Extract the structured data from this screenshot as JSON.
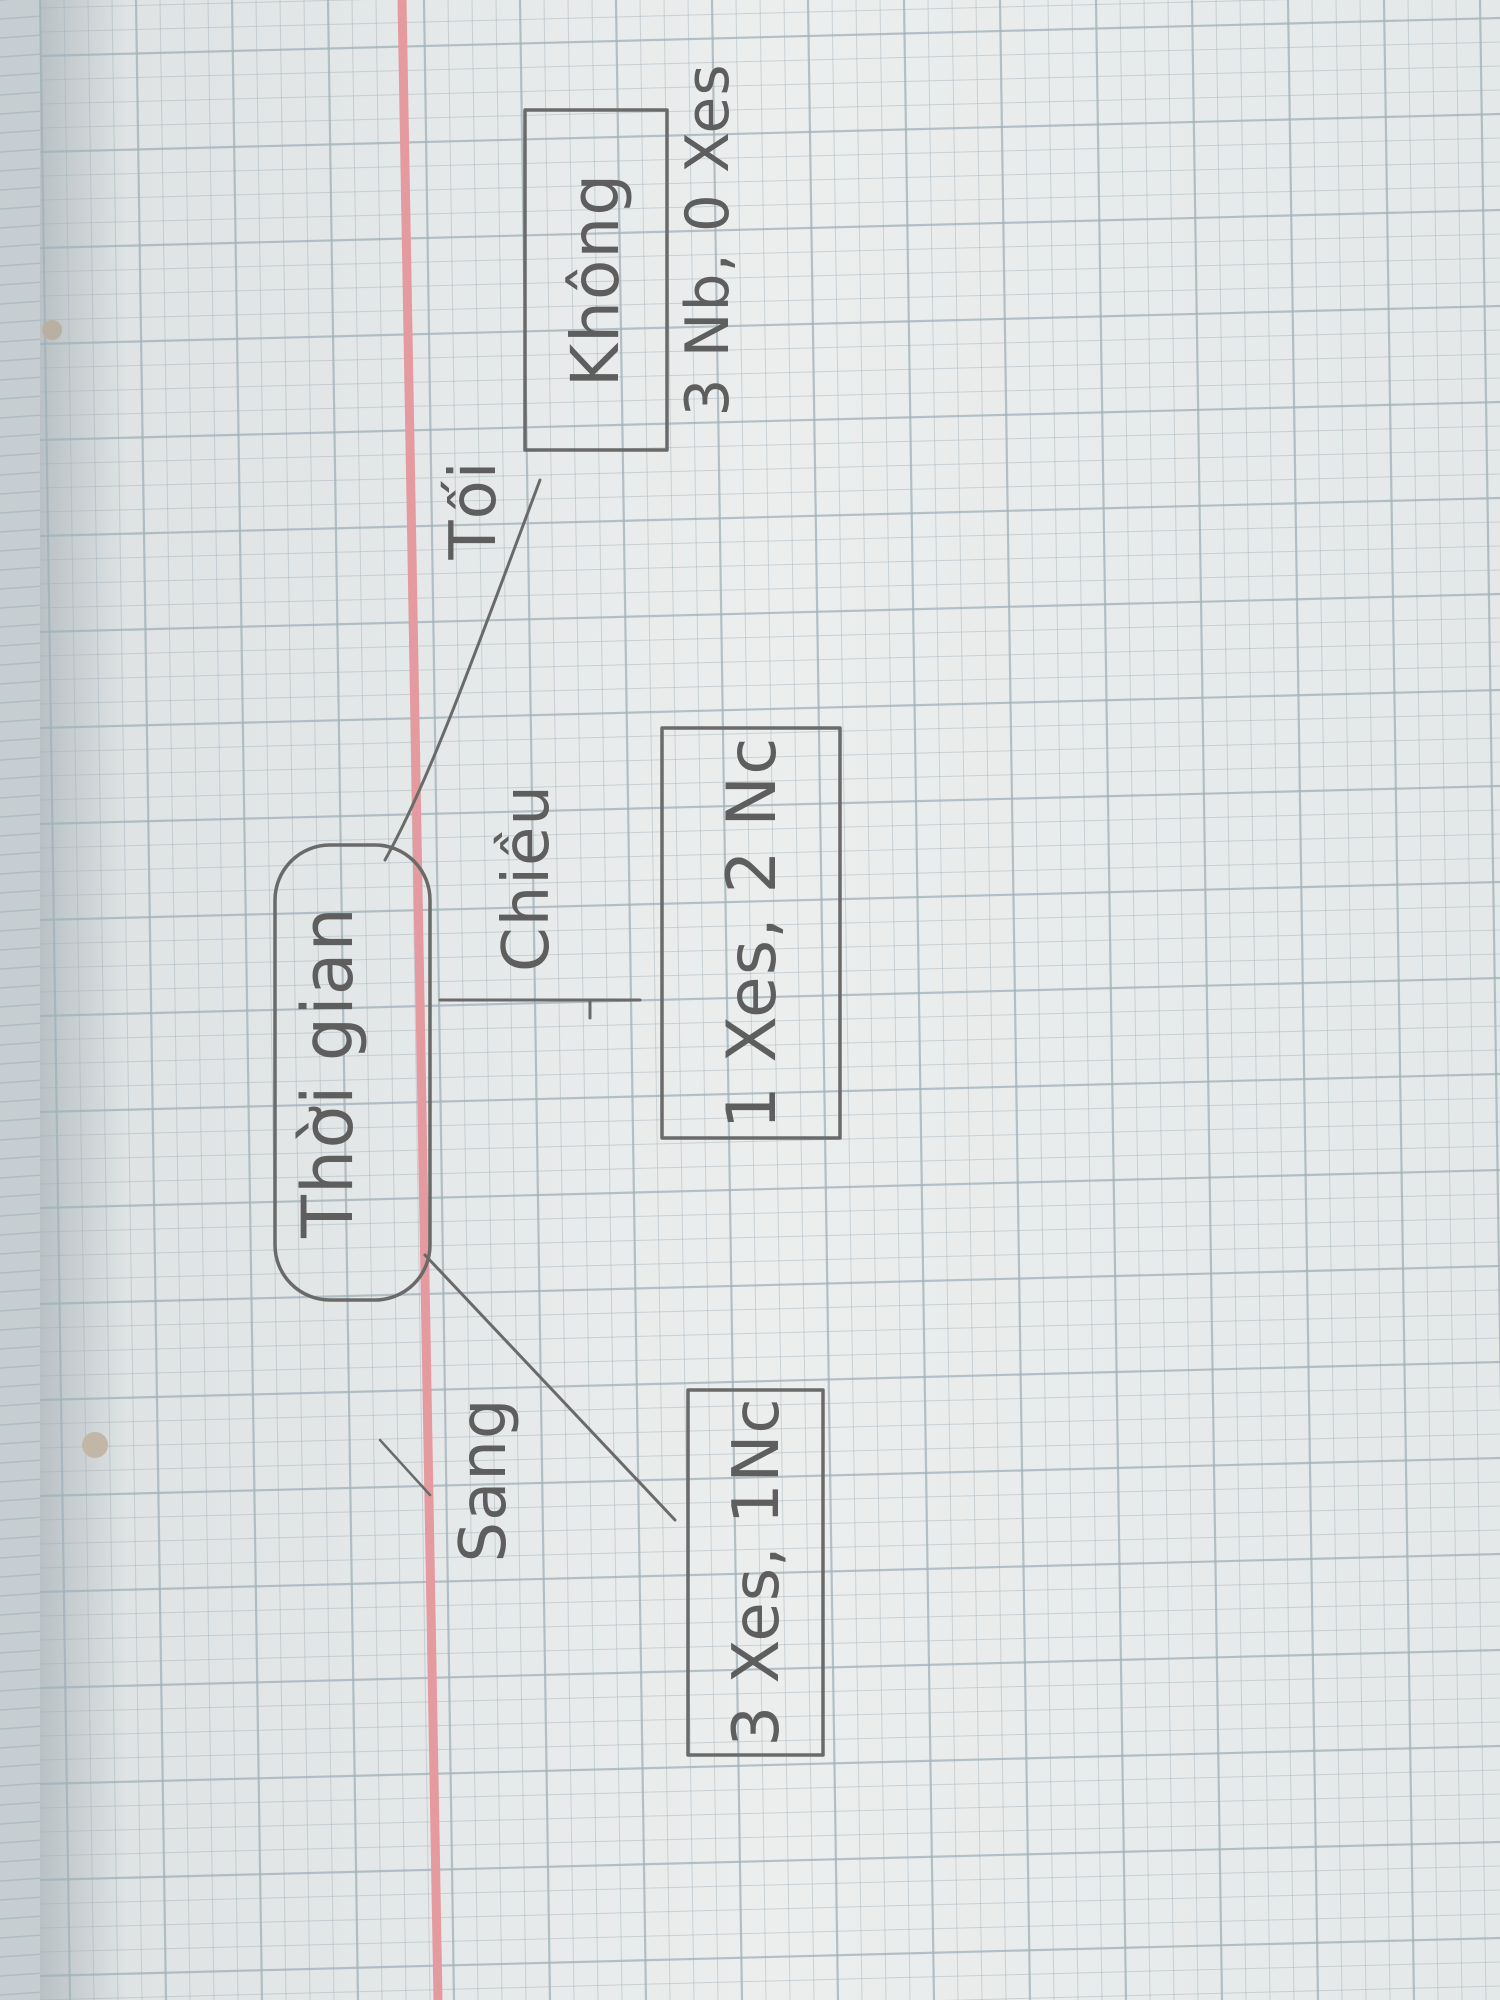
{
  "mindmap": {
    "center": "Thời gian",
    "branches": [
      {
        "label": "Sang",
        "box": "3 Xes, 1Nc"
      },
      {
        "label": "Chiều",
        "box": "1 Xes, 2 Nc"
      },
      {
        "label": "Tối",
        "box": "Không",
        "note": "3 Nb, 0 Xes"
      }
    ]
  },
  "colors": {
    "paper": "#e9ecec",
    "grid": "#9fb0b8",
    "margin": "#e49a9e",
    "pencil": "#5e5e5e"
  }
}
